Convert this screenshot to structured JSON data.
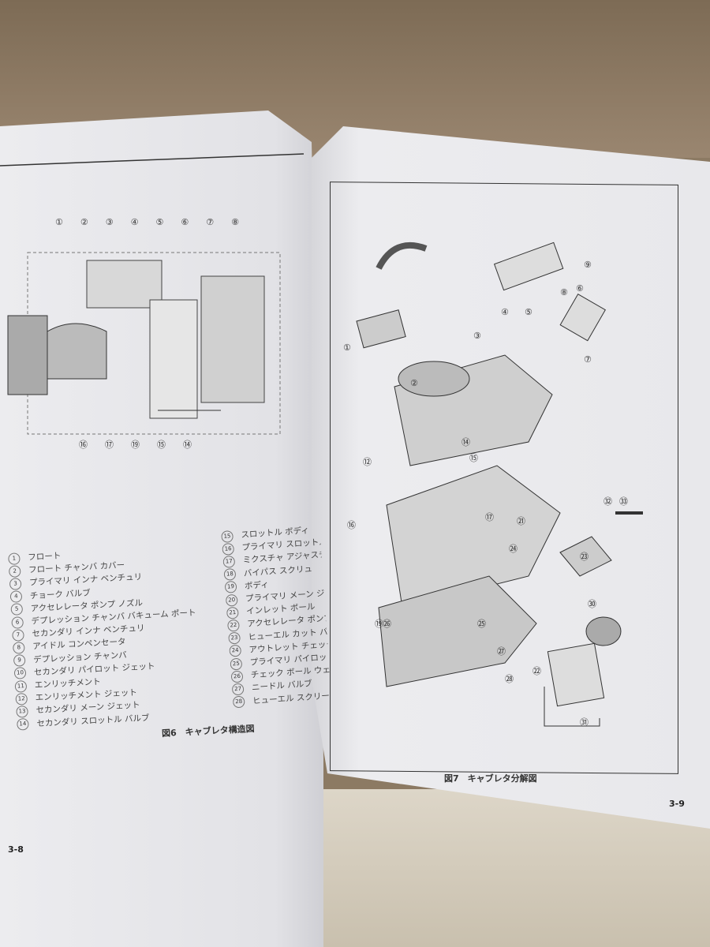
{
  "left_page": {
    "figure_caption": "図6　キャブレタ構造図",
    "page_number": "3-8",
    "callouts_top": [
      "①",
      "②",
      "③",
      "④",
      "⑤",
      "⑥",
      "⑦",
      "⑧"
    ],
    "callouts_bottom": [
      "⑯",
      "⑰",
      "⑲",
      "⑮",
      "⑭"
    ],
    "legend": [
      {
        "num": "1",
        "label": "フロート"
      },
      {
        "num": "2",
        "label": "フロート チャンバ カバー"
      },
      {
        "num": "3",
        "label": "プライマリ インナ ベンチュリ"
      },
      {
        "num": "4",
        "label": "チョーク バルブ"
      },
      {
        "num": "5",
        "label": "アクセレレータ ポンプ ノズル"
      },
      {
        "num": "6",
        "label": "デプレッション チャンバ バキューム ポート"
      },
      {
        "num": "7",
        "label": "セカンダリ インナ ベンチュリ"
      },
      {
        "num": "8",
        "label": "アイドル コンペンセータ"
      },
      {
        "num": "9",
        "label": "デプレッション チャンバ"
      },
      {
        "num": "10",
        "label": "セカンダリ パイロット ジェット"
      },
      {
        "num": "11",
        "label": "エンリッチメント"
      },
      {
        "num": "12",
        "label": "エンリッチメント ジェット"
      },
      {
        "num": "13",
        "label": "セカンダリ メーン ジェット"
      },
      {
        "num": "14",
        "label": "セカンダリ スロットル バルブ"
      }
    ],
    "legend_right": [
      {
        "num": "15",
        "label": "スロットル ボディ"
      },
      {
        "num": "16",
        "label": "プライマリ スロットル バル"
      },
      {
        "num": "17",
        "label": "ミクスチャ アジャスチング"
      },
      {
        "num": "18",
        "label": "バイパス スクリュ"
      },
      {
        "num": "19",
        "label": "ボディ"
      },
      {
        "num": "20",
        "label": "プライマリ メーン ジェット"
      },
      {
        "num": "21",
        "label": "インレット ボール"
      },
      {
        "num": "22",
        "label": "アクセレレータ ポンプ"
      },
      {
        "num": "23",
        "label": "ヒューエル カット バルブ"
      },
      {
        "num": "24",
        "label": "アウトレット チェック ボ"
      },
      {
        "num": "25",
        "label": "プライマリ パイロット ジ"
      },
      {
        "num": "26",
        "label": "チェック ボール ウェイ"
      },
      {
        "num": "27",
        "label": "ニードル バルブ"
      },
      {
        "num": "28",
        "label": "ヒューエル スクリー"
      }
    ]
  },
  "right_page": {
    "figure_caption": "図7　キャブレタ分解図",
    "page_number": "3-9",
    "callouts": [
      "①",
      "②",
      "③",
      "④",
      "⑤",
      "⑥",
      "⑦",
      "⑧",
      "⑨",
      "⑫",
      "⑭",
      "⑮",
      "⑯",
      "⑰",
      "⑲",
      "㉑",
      "㉒",
      "㉓",
      "㉔",
      "㉕",
      "㉖",
      "㉗",
      "㉘",
      "㉚",
      "㉛",
      "㉜",
      "㉝"
    ]
  }
}
